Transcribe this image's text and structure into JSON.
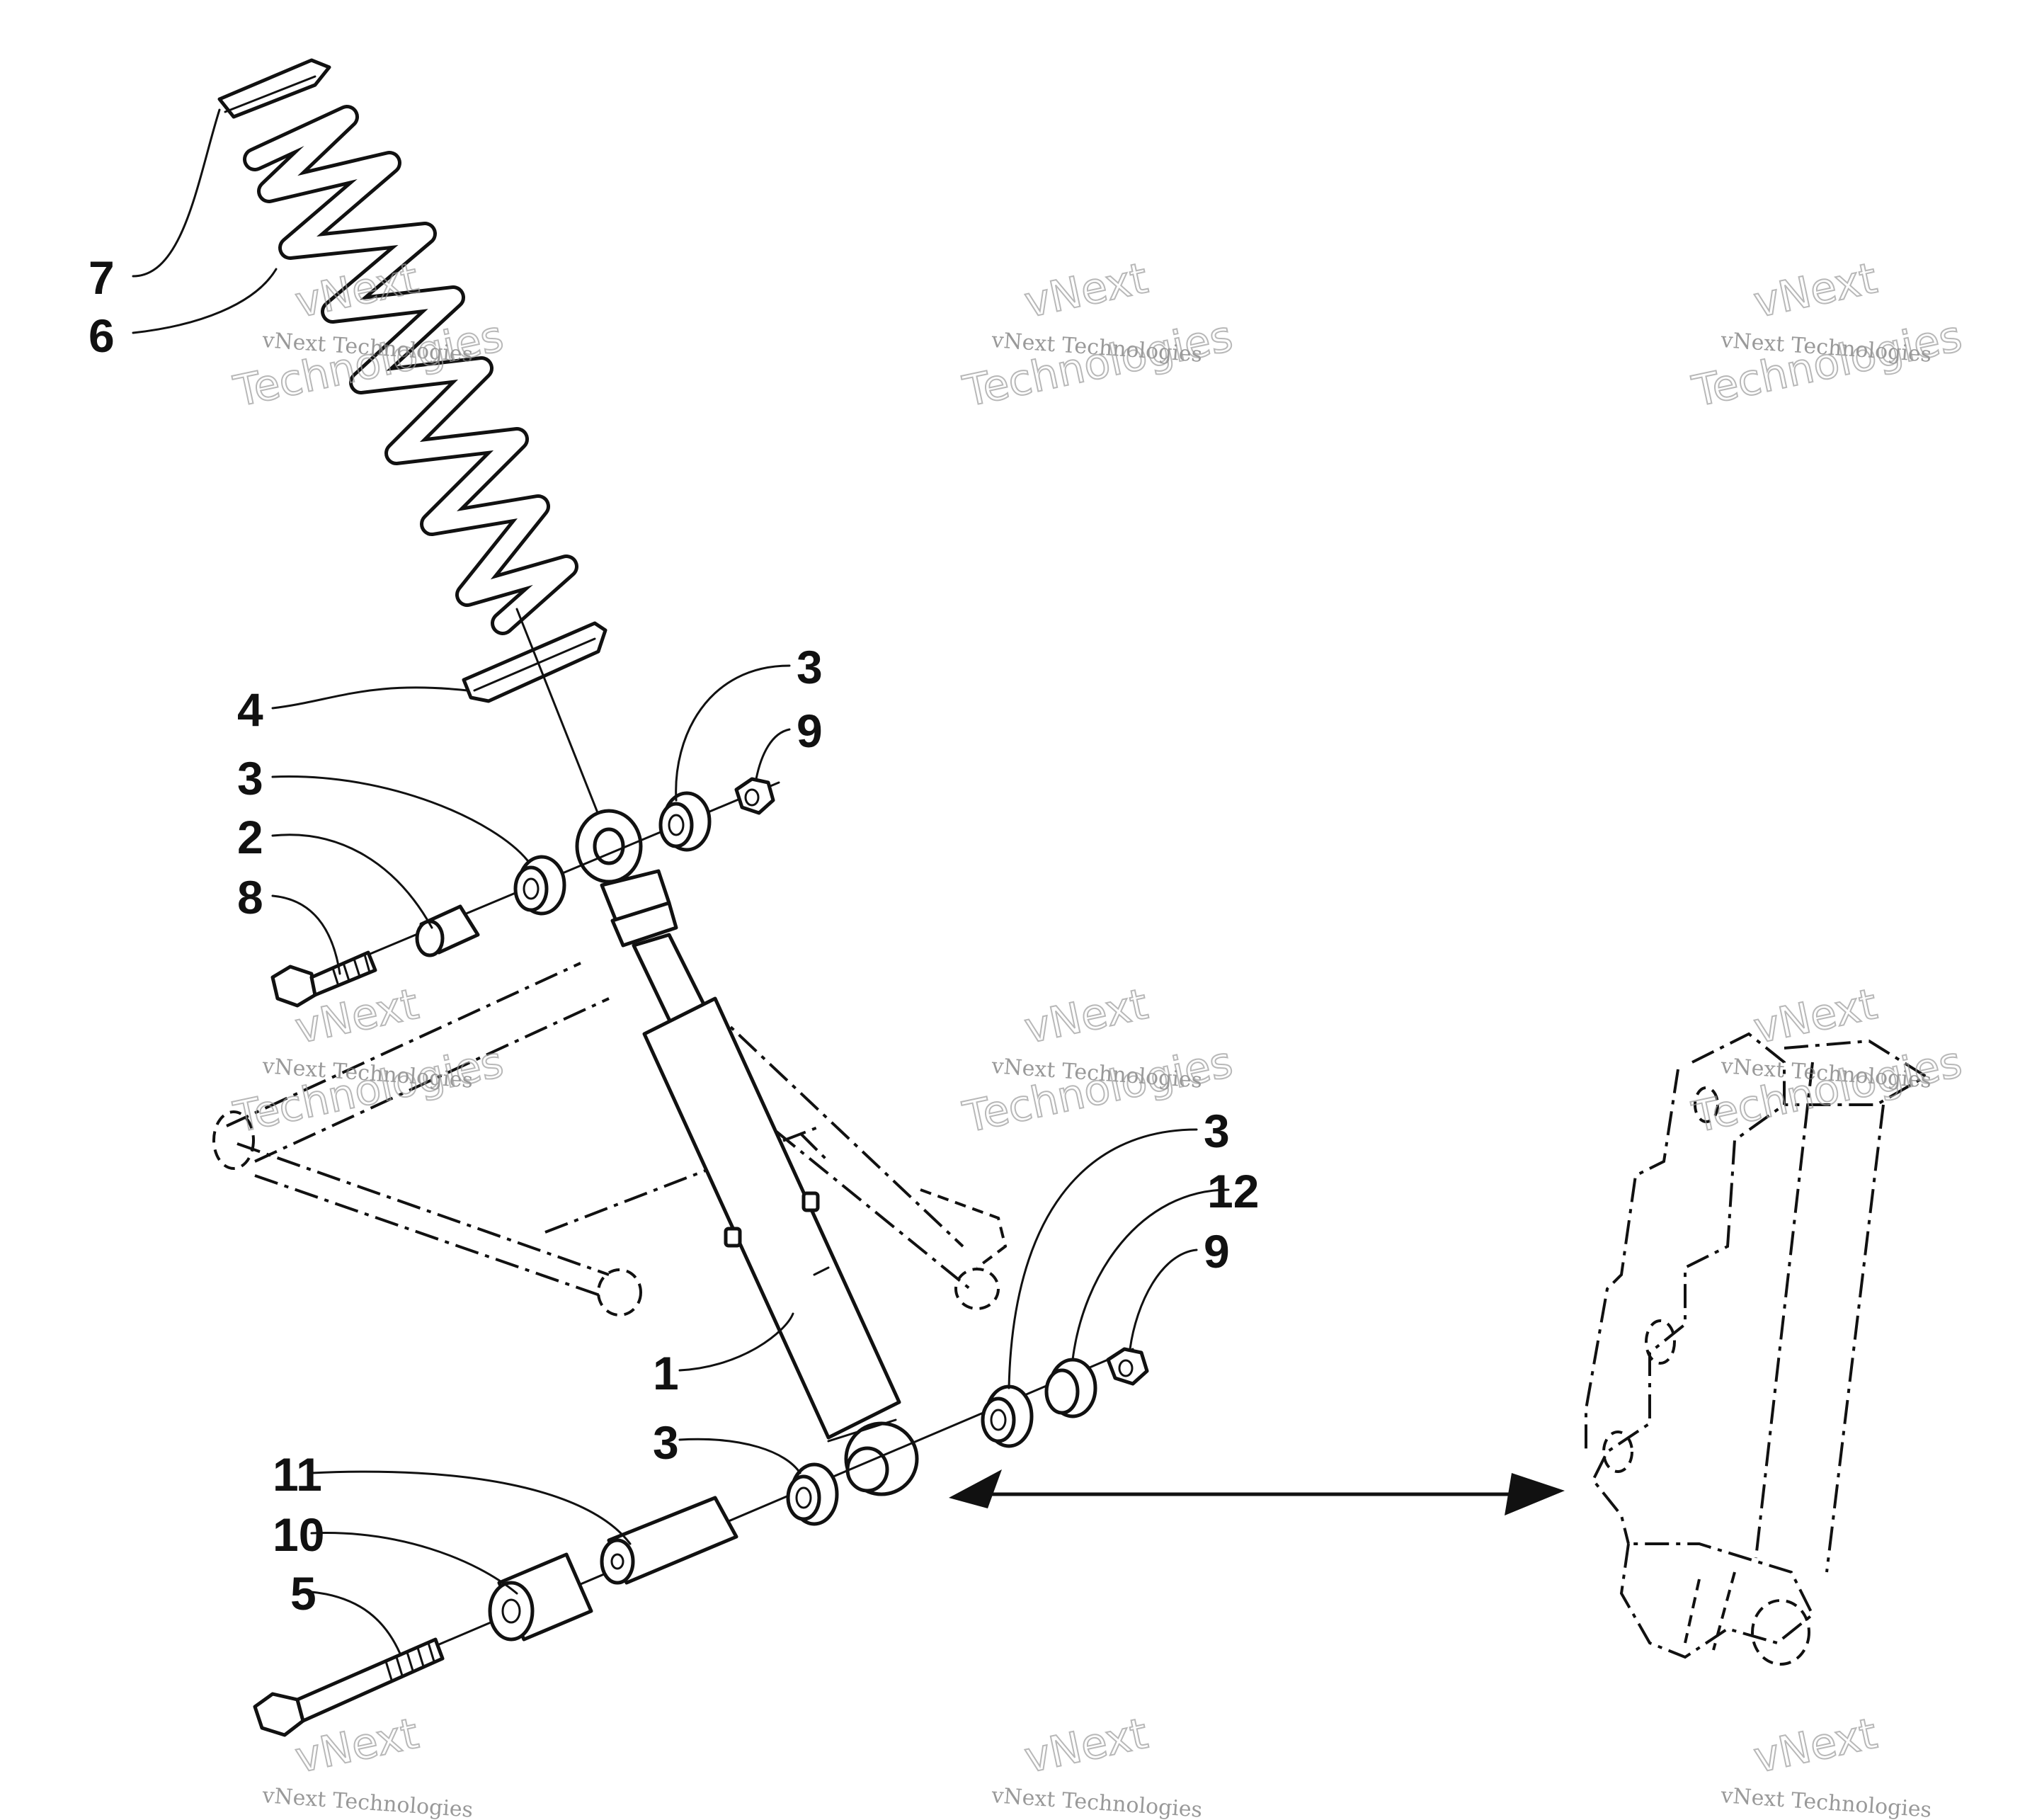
{
  "diagram": {
    "callouts": [
      {
        "id": "c7",
        "label": "7"
      },
      {
        "id": "c6",
        "label": "6"
      },
      {
        "id": "c4",
        "label": "4"
      },
      {
        "id": "c3a",
        "label": "3"
      },
      {
        "id": "c2",
        "label": "2"
      },
      {
        "id": "c8",
        "label": "8"
      },
      {
        "id": "c3b",
        "label": "3"
      },
      {
        "id": "c9a",
        "label": "9"
      },
      {
        "id": "c3c",
        "label": "3"
      },
      {
        "id": "c12",
        "label": "12"
      },
      {
        "id": "c9b",
        "label": "9"
      },
      {
        "id": "c1",
        "label": "1"
      },
      {
        "id": "c3d",
        "label": "3"
      },
      {
        "id": "c11",
        "label": "11"
      },
      {
        "id": "c10",
        "label": "10"
      },
      {
        "id": "c5",
        "label": "5"
      }
    ],
    "watermark": {
      "line_small": "vNext Technologies",
      "line_big_1": "vNext",
      "line_big_2": "Technologies"
    }
  }
}
